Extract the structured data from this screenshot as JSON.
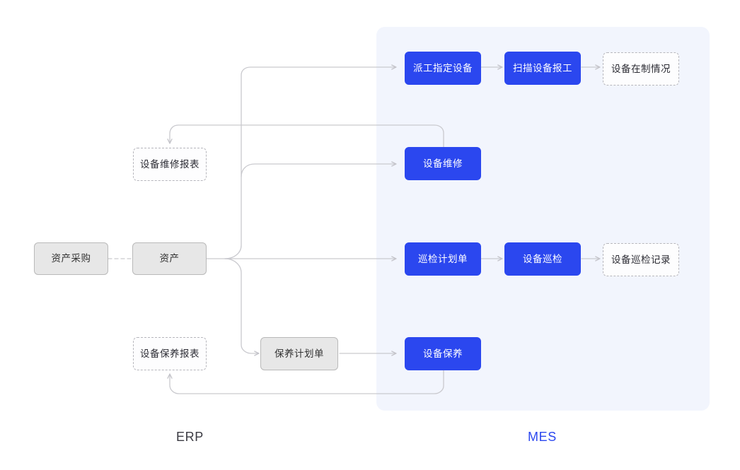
{
  "diagram": {
    "title_lanes": {
      "erp": "ERP",
      "mes": "MES"
    },
    "colors": {
      "blue": "#2B47EF",
      "mes_panel": "#F2F5FD",
      "gray_fill": "#E7E7E7",
      "gray_border": "#B9B9B9",
      "dashed_border": "#B6B6BC",
      "connector": "#C9C9CE",
      "background": "#FFFFFF"
    },
    "nodes": [
      {
        "id": "asset_purchase",
        "label": "资产采购",
        "style": "gray",
        "lane": "ERP"
      },
      {
        "id": "asset",
        "label": "资产",
        "style": "gray",
        "lane": "ERP"
      },
      {
        "id": "repair_report",
        "label": "设备维修报表",
        "style": "dashed",
        "lane": "ERP"
      },
      {
        "id": "upkeep_report",
        "label": "设备保养报表",
        "style": "dashed",
        "lane": "ERP"
      },
      {
        "id": "upkeep_plan",
        "label": "保养计划单",
        "style": "gray",
        "lane": "ERP"
      },
      {
        "id": "dispatch_equip",
        "label": "派工指定设备",
        "style": "blue",
        "lane": "MES"
      },
      {
        "id": "scan_report",
        "label": "扫描设备报工",
        "style": "blue",
        "lane": "MES"
      },
      {
        "id": "wip_status",
        "label": "设备在制情况",
        "style": "dashed",
        "lane": "MES"
      },
      {
        "id": "equip_repair",
        "label": "设备维修",
        "style": "blue",
        "lane": "MES"
      },
      {
        "id": "patrol_plan",
        "label": "巡检计划单",
        "style": "blue",
        "lane": "MES"
      },
      {
        "id": "equip_patrol",
        "label": "设备巡检",
        "style": "blue",
        "lane": "MES"
      },
      {
        "id": "patrol_record",
        "label": "设备巡检记录",
        "style": "dashed",
        "lane": "MES"
      },
      {
        "id": "equip_upkeep",
        "label": "设备保养",
        "style": "blue",
        "lane": "MES"
      }
    ],
    "edges": [
      {
        "from": "asset_purchase",
        "to": "asset",
        "kind": "dashed"
      },
      {
        "from": "asset",
        "to": "dispatch_equip",
        "kind": "solid"
      },
      {
        "from": "dispatch_equip",
        "to": "scan_report",
        "kind": "solid"
      },
      {
        "from": "scan_report",
        "to": "wip_status",
        "kind": "solid"
      },
      {
        "from": "asset",
        "to": "equip_repair",
        "kind": "solid"
      },
      {
        "from": "equip_repair",
        "to": "repair_report",
        "kind": "solid"
      },
      {
        "from": "asset",
        "to": "patrol_plan",
        "kind": "solid"
      },
      {
        "from": "patrol_plan",
        "to": "equip_patrol",
        "kind": "solid"
      },
      {
        "from": "equip_patrol",
        "to": "patrol_record",
        "kind": "solid"
      },
      {
        "from": "asset",
        "to": "upkeep_plan",
        "kind": "solid"
      },
      {
        "from": "upkeep_plan",
        "to": "equip_upkeep",
        "kind": "solid"
      },
      {
        "from": "equip_upkeep",
        "to": "upkeep_report",
        "kind": "solid"
      }
    ]
  }
}
